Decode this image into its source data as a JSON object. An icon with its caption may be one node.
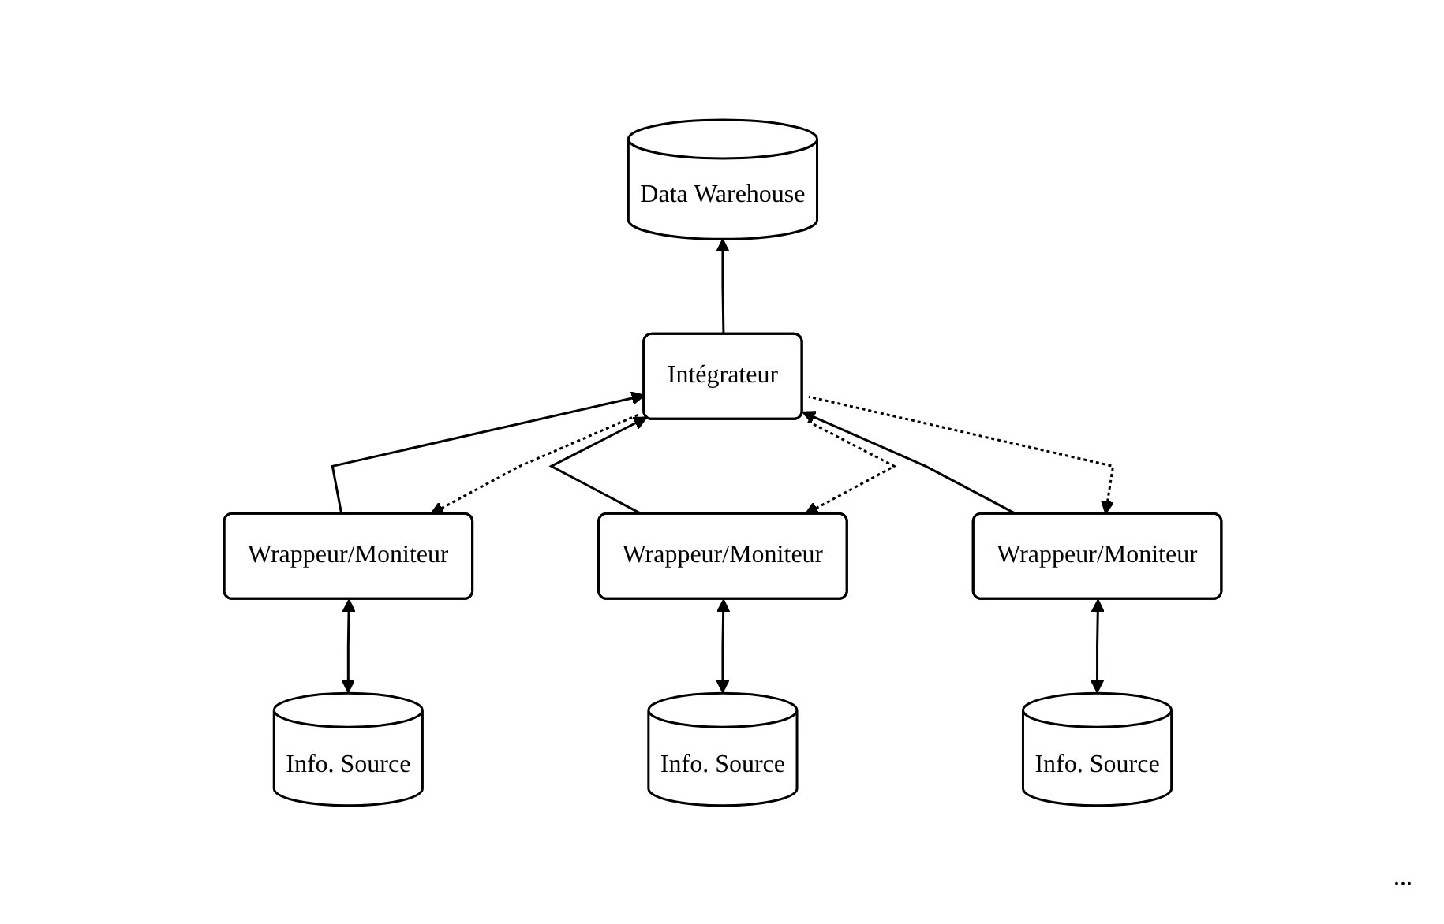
{
  "diagram": {
    "nodes": [
      {
        "text": [
          "Data Warehouse"
        ]
      },
      {
        "text": [
          "Intégrateur"
        ]
      },
      {
        "text": [
          "Wrappeur/Moniteur"
        ]
      },
      {
        "text": [
          "Wrappeur/Moniteur"
        ]
      },
      {
        "text": [
          "Wrappeur/Moniteur"
        ]
      },
      {
        "text": [
          "Info. Source"
        ]
      },
      {
        "text": [
          "Info. Source"
        ]
      },
      {
        "text": [
          "Info. Source"
        ]
      }
    ],
    "edges": [
      {
        "from": 1,
        "to": 0,
        "arrow": "to"
      },
      {
        "from": 2,
        "to": 1,
        "arrow": "to"
      },
      {
        "from": 1,
        "to": 2,
        "arrow": "to",
        "style": "dashed"
      },
      {
        "from": 3,
        "to": 1,
        "arrow": "to"
      },
      {
        "from": 1,
        "to": 3,
        "arrow": "to",
        "style": "dashed"
      },
      {
        "from": 4,
        "to": 1,
        "arrow": "to"
      },
      {
        "from": 1,
        "to": 4,
        "arrow": "to",
        "style": "dashed"
      },
      {
        "from": 5,
        "to": 2,
        "arrow": "both"
      },
      {
        "from": 6,
        "to": 3,
        "arrow": "both"
      },
      {
        "from": 7,
        "to": 4,
        "arrow": "both"
      }
    ],
    "labels": [
      "..."
    ]
  }
}
